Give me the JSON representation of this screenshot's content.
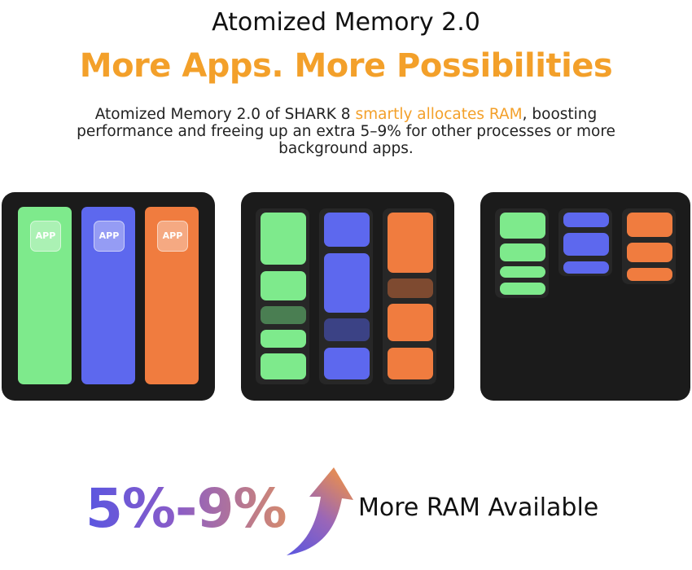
{
  "header": {
    "title": "Atomized Memory 2.0",
    "headline": "More Apps. More Possibilities",
    "desc_part1": "Atomized Memory 2.0 of SHARK 8 ",
    "desc_highlight": "smartly allocates RAM",
    "desc_part2": ", boosting performance and freeing up an extra 5–9% for other processes or more background apps."
  },
  "panels": {
    "app_label": "APP"
  },
  "footer": {
    "percent": "5%-9%",
    "caption": "More RAM Available"
  },
  "colors": {
    "green": "#7eea8c",
    "blue": "#5d68ee",
    "orange": "#f07c3f",
    "accent": "#f3a02a"
  }
}
